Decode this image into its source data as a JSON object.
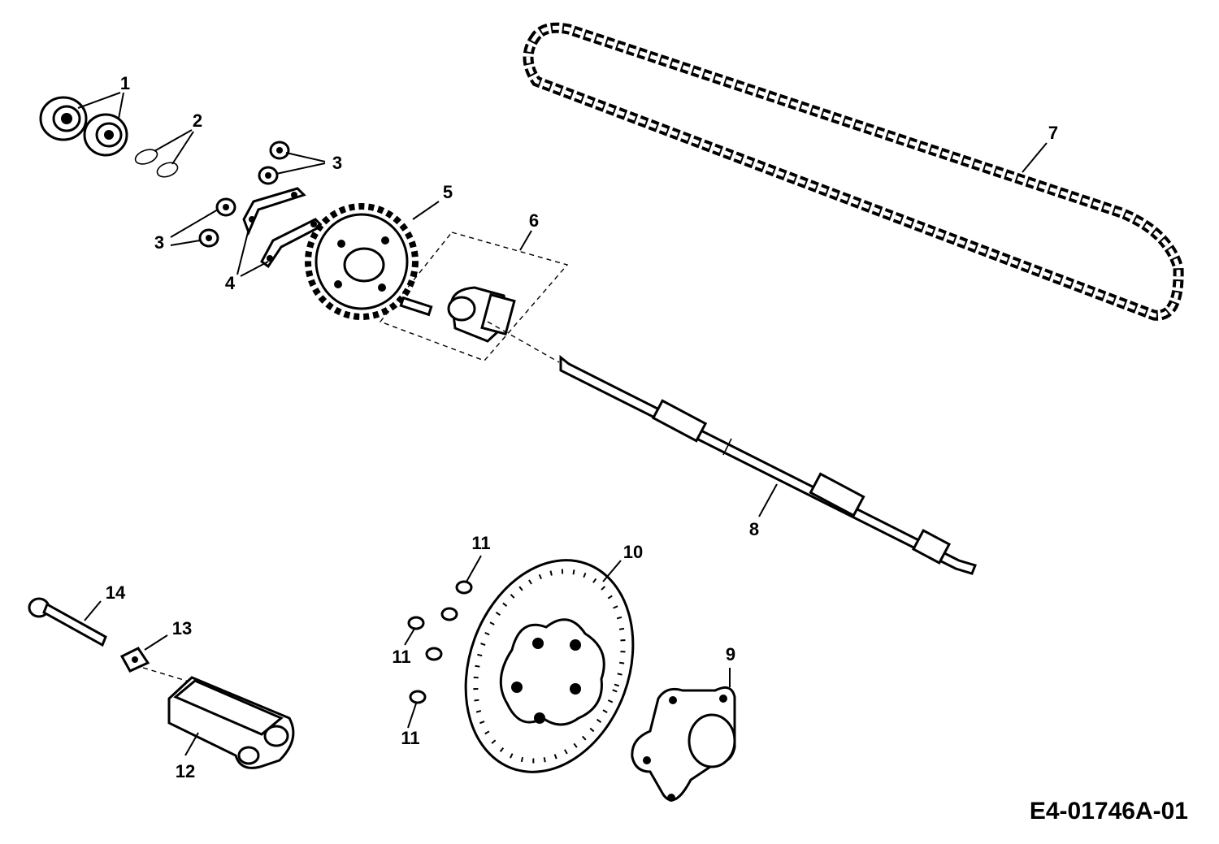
{
  "diagram": {
    "drawing_code": "E4-01746A-01",
    "callouts": {
      "c1": "1",
      "c2": "2",
      "c3a": "3",
      "c3b": "3",
      "c4": "4",
      "c5": "5",
      "c6": "6",
      "c7": "7",
      "c8": "8",
      "c9": "9",
      "c10": "10",
      "c11a": "11",
      "c11b": "11",
      "c11c": "11",
      "c12": "12",
      "c13": "13",
      "c14": "14"
    }
  }
}
